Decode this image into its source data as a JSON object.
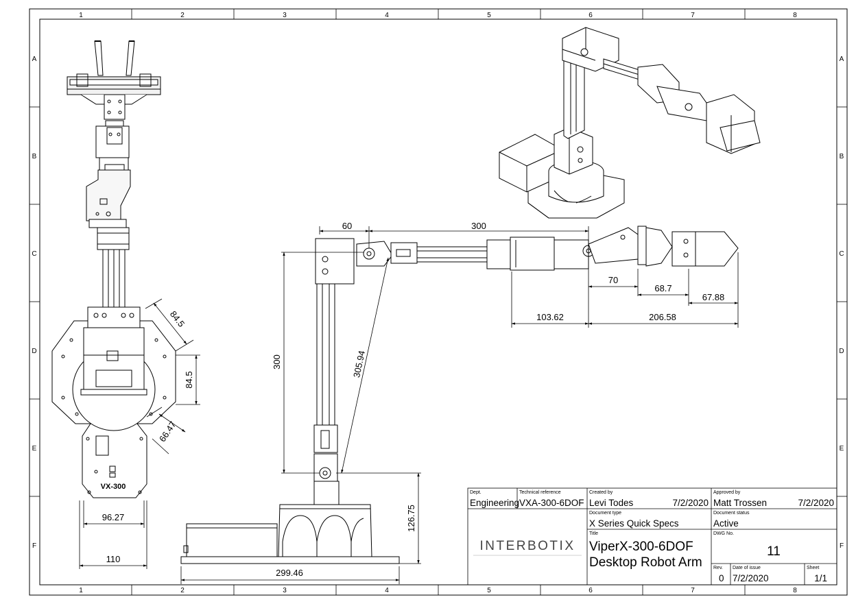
{
  "zones": {
    "columns": [
      "1",
      "2",
      "3",
      "4",
      "5",
      "6",
      "7",
      "8"
    ],
    "rows": [
      "A",
      "B",
      "C",
      "D",
      "E",
      "F"
    ]
  },
  "dimensions": {
    "shoulder_offset": "60",
    "upper_arm": "300",
    "wrist_70": "70",
    "wrist_68_7": "68.7",
    "grip_67_88": "67.88",
    "forearm_103_62": "103.62",
    "reach_206_58": "206.58",
    "vertical_300": "300",
    "diagonal_305_94": "305.94",
    "base_height": "126.75",
    "base_length": "299.46",
    "top_angle_84_5": "84.5",
    "side_84_5": "84.5",
    "angle_66_47": "66.47",
    "width_96_27": "96.27",
    "width_110": "110"
  },
  "base_label": "VX-300",
  "title_block": {
    "dept_label": "Dept.",
    "dept_value": "Engineering",
    "techref_label": "Technical reference",
    "techref_value": "VXA-300-6DOF",
    "created_label": "Created by",
    "created_value": "Levi Todes",
    "created_date": "7/2/2020",
    "approved_label": "Approved by",
    "approved_value": "Matt Trossen",
    "approved_date": "7/2/2020",
    "doctype_label": "Document type",
    "doctype_value": "X Series Quick Specs",
    "docstatus_label": "Document status",
    "docstatus_value": "Active",
    "title_label": "Title",
    "title_line1": "ViperX-300-6DOF",
    "title_line2": "Desktop Robot Arm",
    "dwgno_label": "DWG No.",
    "dwgno_value": "11",
    "rev_label": "Rev.",
    "rev_value": "0",
    "issue_label": "Date of issue",
    "issue_value": "7/2/2020",
    "sheet_label": "Sheet",
    "sheet_value": "1/1",
    "logo_text": "INTERBOTIX"
  }
}
